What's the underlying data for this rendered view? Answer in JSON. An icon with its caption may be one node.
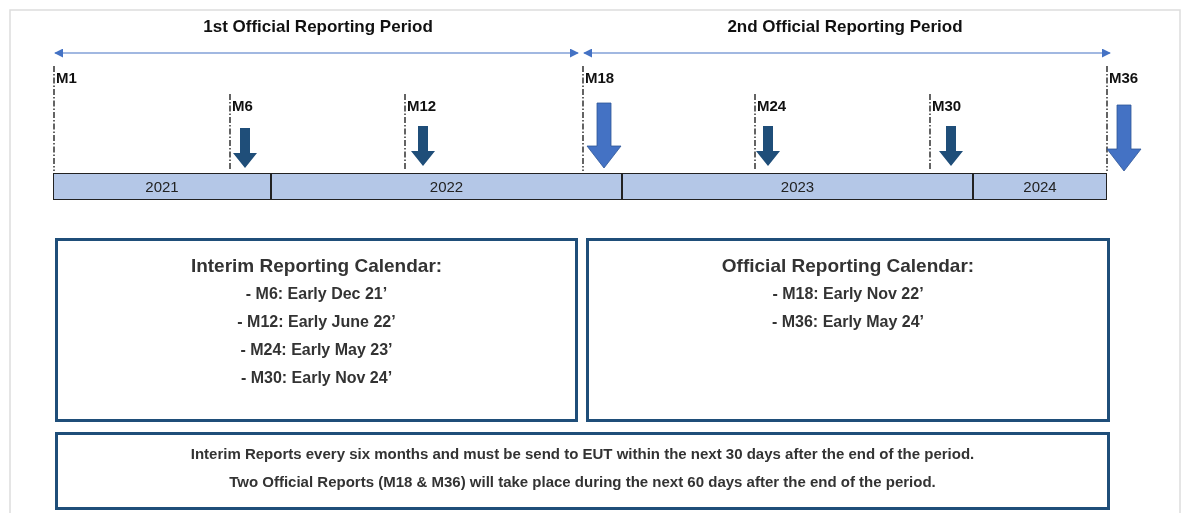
{
  "diagram": {
    "nodes": [
      {
        "text": [
          "2021"
        ]
      },
      {
        "text": [
          "2022"
        ]
      },
      {
        "text": [
          "2023"
        ]
      },
      {
        "text": [
          "2024"
        ]
      },
      {
        "text": [
          "Interim Reporting Calendar:",
          "- M6: Early Dec 21’",
          "- M12: Early June 22’",
          "- M24: Early May 23’",
          "- M30: Early Nov 24’"
        ]
      },
      {
        "text": [
          "Official Reporting Calendar:",
          "- M18: Early Nov 22’",
          "- M36: Early May 24’"
        ]
      },
      {
        "text": [
          "Interim Reports every six months and must be send to EUT within the next 30 days after the end of the period.",
          "Two Official Reports (M18 & M36) will take place during the next 60 days after the end of the period."
        ]
      }
    ],
    "labels": [
      "1st Official Reporting Period",
      "2nd Official Reporting Period",
      "M1",
      "M6",
      "M12",
      "M18",
      "M24",
      "M30",
      "M36"
    ]
  }
}
